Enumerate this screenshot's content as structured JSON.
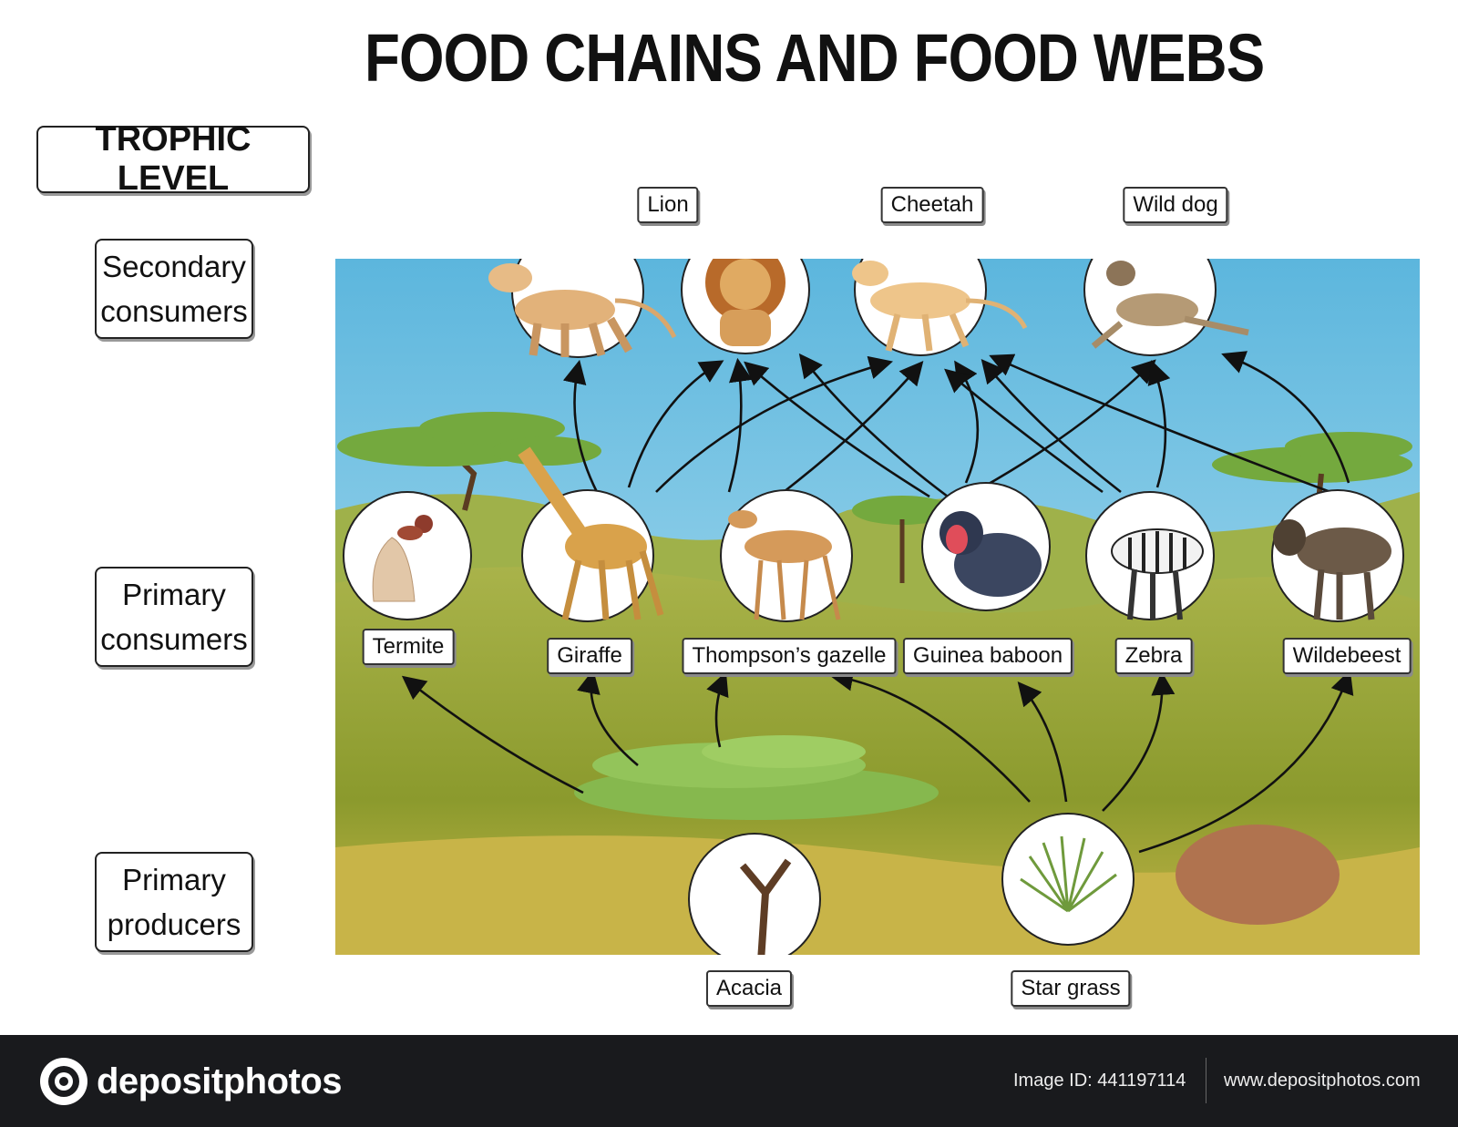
{
  "title": "FOOD CHAINS AND FOOD WEBS",
  "trophic_header": "TROPHIC LEVEL",
  "levels": {
    "secondary": "Secondary\nconsumers",
    "primary_consumers": "Primary\nconsumers",
    "producers": "Primary\nproducers"
  },
  "organisms": {
    "lion": "Lion",
    "cheetah": "Cheetah",
    "wild_dog": "Wild dog",
    "termite": "Termite",
    "giraffe": "Giraffe",
    "gazelle": "Thompson’s gazelle",
    "baboon": "Guinea baboon",
    "zebra": "Zebra",
    "wildebeest": "Wildebeest",
    "acacia": "Acacia",
    "star_grass": "Star grass"
  },
  "footer": {
    "brand": "depositphotos",
    "image_id": "Image ID: 441197114",
    "site": "www.depositphotos.com"
  },
  "colors": {
    "sky": "#7cc8e6",
    "grass": "#a3ad3b",
    "tree": "#7fb04a",
    "footer": "#191a1d"
  }
}
